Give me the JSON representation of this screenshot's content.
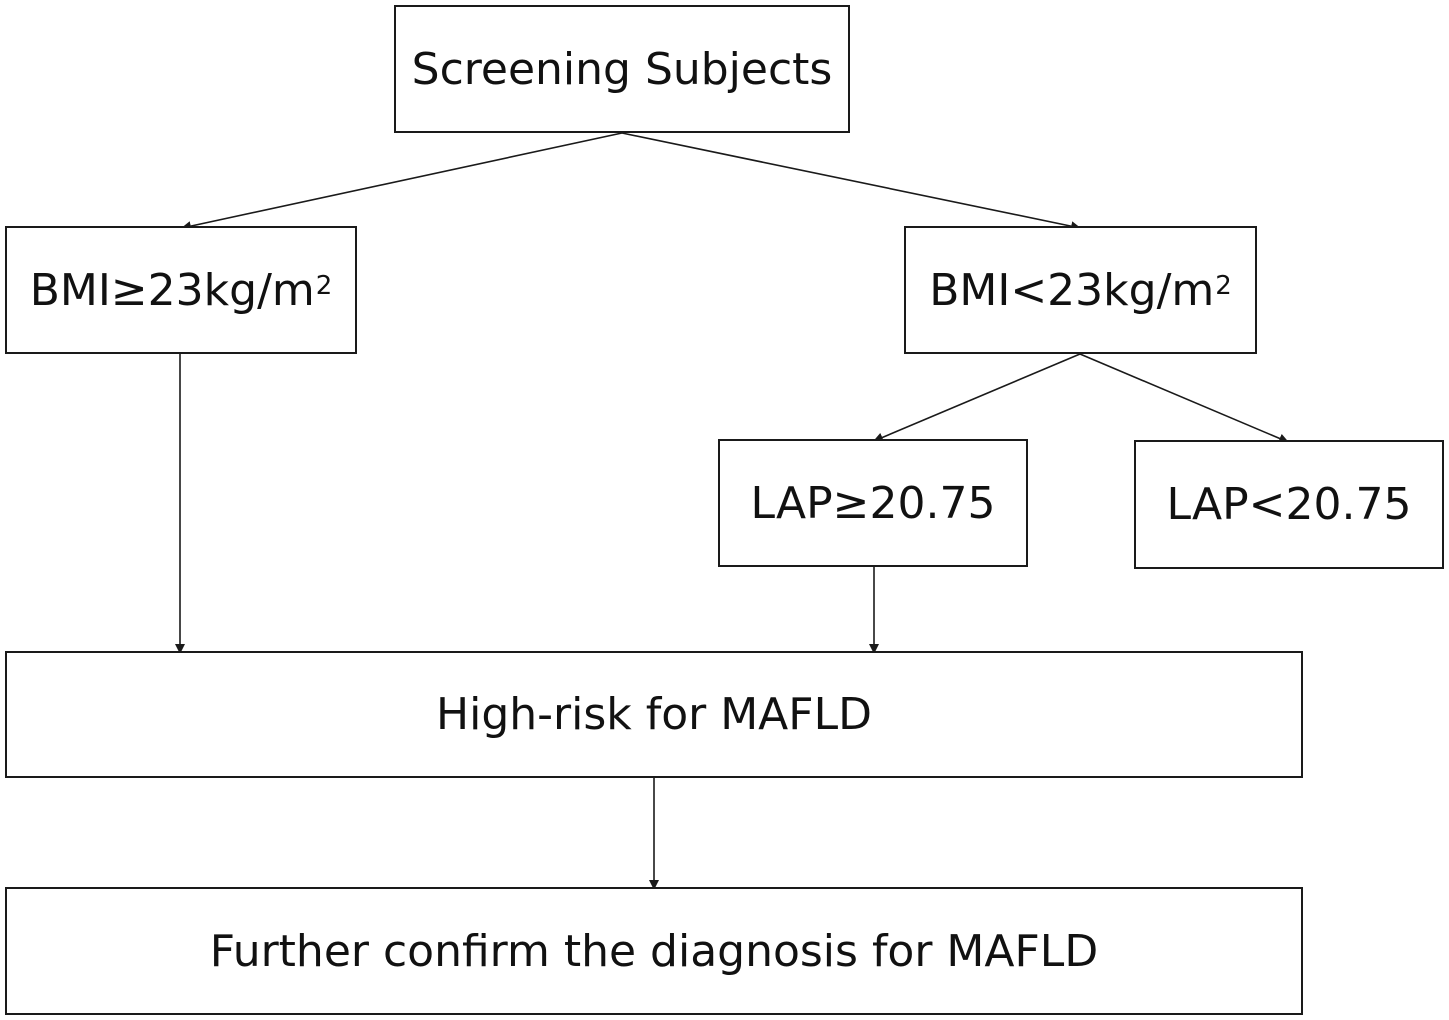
{
  "diagram": {
    "type": "flowchart",
    "nodes": {
      "screening": {
        "label": "Screening Subjects"
      },
      "bmi_high": {
        "label": "BMI≥23kg/m",
        "sup": "2"
      },
      "bmi_low": {
        "label": "BMI<23kg/m",
        "sup": "2"
      },
      "lap_high": {
        "label": "LAP≥20.75"
      },
      "lap_low": {
        "label": "LAP<20.75"
      },
      "high_risk": {
        "label": "High-risk for MAFLD"
      },
      "confirm": {
        "label": "Further confirm the diagnosis for MAFLD"
      }
    },
    "edges": [
      {
        "from": "screening",
        "to": "bmi_high"
      },
      {
        "from": "screening",
        "to": "bmi_low"
      },
      {
        "from": "bmi_low",
        "to": "lap_high"
      },
      {
        "from": "bmi_low",
        "to": "lap_low"
      },
      {
        "from": "bmi_high",
        "to": "high_risk"
      },
      {
        "from": "lap_high",
        "to": "high_risk"
      },
      {
        "from": "high_risk",
        "to": "confirm"
      }
    ]
  }
}
